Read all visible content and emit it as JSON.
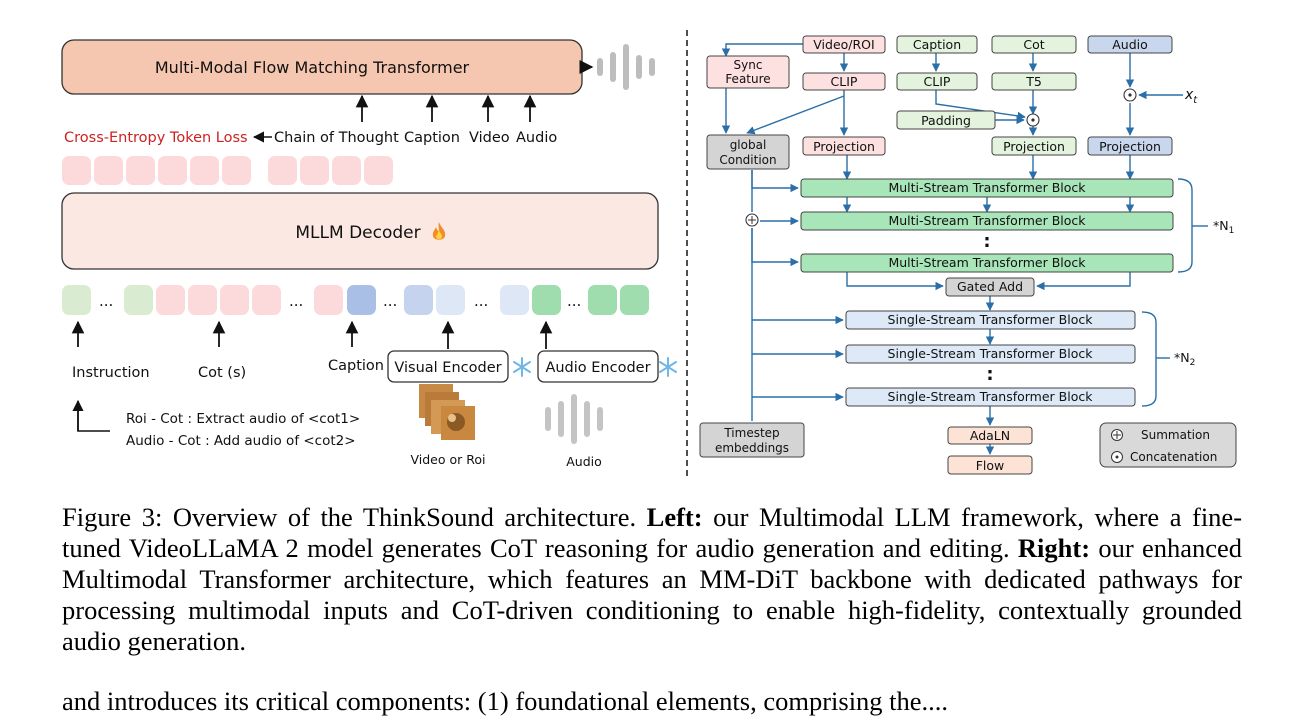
{
  "left": {
    "flow_transformer": "Multi-Modal Flow Matching Transformer",
    "loss": "Cross-Entropy Token Loss",
    "outputs": {
      "cot": "Chain of Thought",
      "caption": "Caption",
      "video": "Video",
      "audio": "Audio"
    },
    "decoder": "MLLM Decoder",
    "decoder_icon": "fire-icon",
    "dots": "...",
    "labels": {
      "instruction": "Instruction",
      "cot": "Cot (s)",
      "caption": "Caption",
      "visual_encoder": "Visual Encoder",
      "audio_encoder": "Audio Encoder",
      "video_or_roi": "Video or Roi",
      "audio": "Audio"
    },
    "notes": {
      "roi": "Roi - Cot : Extract audio of <cot1>",
      "audio": "Audio - Cot : Add audio of <cot2>"
    },
    "colors": {
      "flow": "#f6c7b0",
      "decoder": "#fce8e2",
      "loss": "#cc2222",
      "token_pink": "#fcd9da",
      "token_green": "#d9ecd2",
      "token_blue": "#c6d3ee",
      "token_bright_green": "#9fdcae"
    }
  },
  "right": {
    "inputs": {
      "video": "Video/ROI",
      "caption": "Caption",
      "cot": "Cot",
      "audio": "Audio"
    },
    "sync": [
      "Sync",
      "Feature"
    ],
    "clip": "CLIP",
    "t5": "T5",
    "padding": "Padding",
    "global": [
      "global",
      "Condition"
    ],
    "projection": "Projection",
    "xt": "x",
    "xt_sub": "t",
    "multi_block": "Multi-Stream Transformer Block",
    "gated": "Gated Add",
    "single_block": "Single-Stream Transformer Block",
    "vdots": ":",
    "n1": "*N",
    "n1_sub": "1",
    "n2": "*N",
    "n2_sub": "2",
    "timestep": [
      "Timestep",
      "embeddings"
    ],
    "adaln": "AdaLN",
    "flow": "Flow",
    "legend": {
      "sum": "Summation",
      "concat": "Concatenation"
    },
    "colors": {
      "video": "#fde0e0",
      "text": "#e3f3dd",
      "audio": "#c9d7ee",
      "multi": "#a8e6b9",
      "single": "#dde9f6",
      "gray": "#d4d4d4",
      "adaln": "#fde3d5",
      "arrow": "#2a6fa8"
    }
  },
  "caption": {
    "label": "Figure 3: Overview of the ThinkSound architecture.",
    "left_bold": "Left:",
    "left_text": "our Multimodal LLM framework, where a fine-tuned VideoLLaMA 2 model generates CoT reasoning for audio generation and editing.",
    "right_bold": "Right:",
    "right_text": "our enhanced Multimodal Transformer architecture, which features an MM-DiT backbone with dedicated pathways for processing multimodal inputs and CoT-driven conditioning to enable high-fidelity, contextually grounded audio generation."
  },
  "next_line": "and introduces its critical components: (1) foundational elements, comprising the...."
}
